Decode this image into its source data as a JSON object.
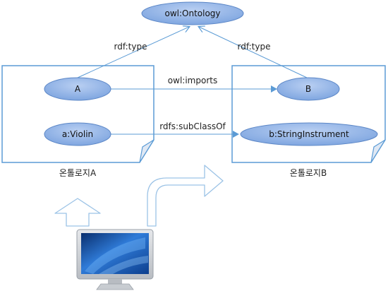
{
  "nodes": {
    "ontology": "owl:Ontology",
    "a": "A",
    "b": "B",
    "violin": "a:Violin",
    "string_instrument": "b:StringInstrument"
  },
  "edges": {
    "type_left": "rdf:type",
    "type_right": "rdf:type",
    "imports": "owl:imports",
    "subclass": "rdfs:subClassOf"
  },
  "captions": {
    "ontology_a": "온톨로지A",
    "ontology_b": "온톨로지B"
  },
  "icons": {
    "up_arrow": "up-arrow-icon",
    "turn_arrow": "turn-right-arrow-icon",
    "monitor": "computer-monitor-icon"
  },
  "colors": {
    "node_fill": "#8fb3e8",
    "node_stroke": "#5b86c6",
    "line": "#5b9bd5",
    "arrow_outline": "#9cc3e6"
  }
}
